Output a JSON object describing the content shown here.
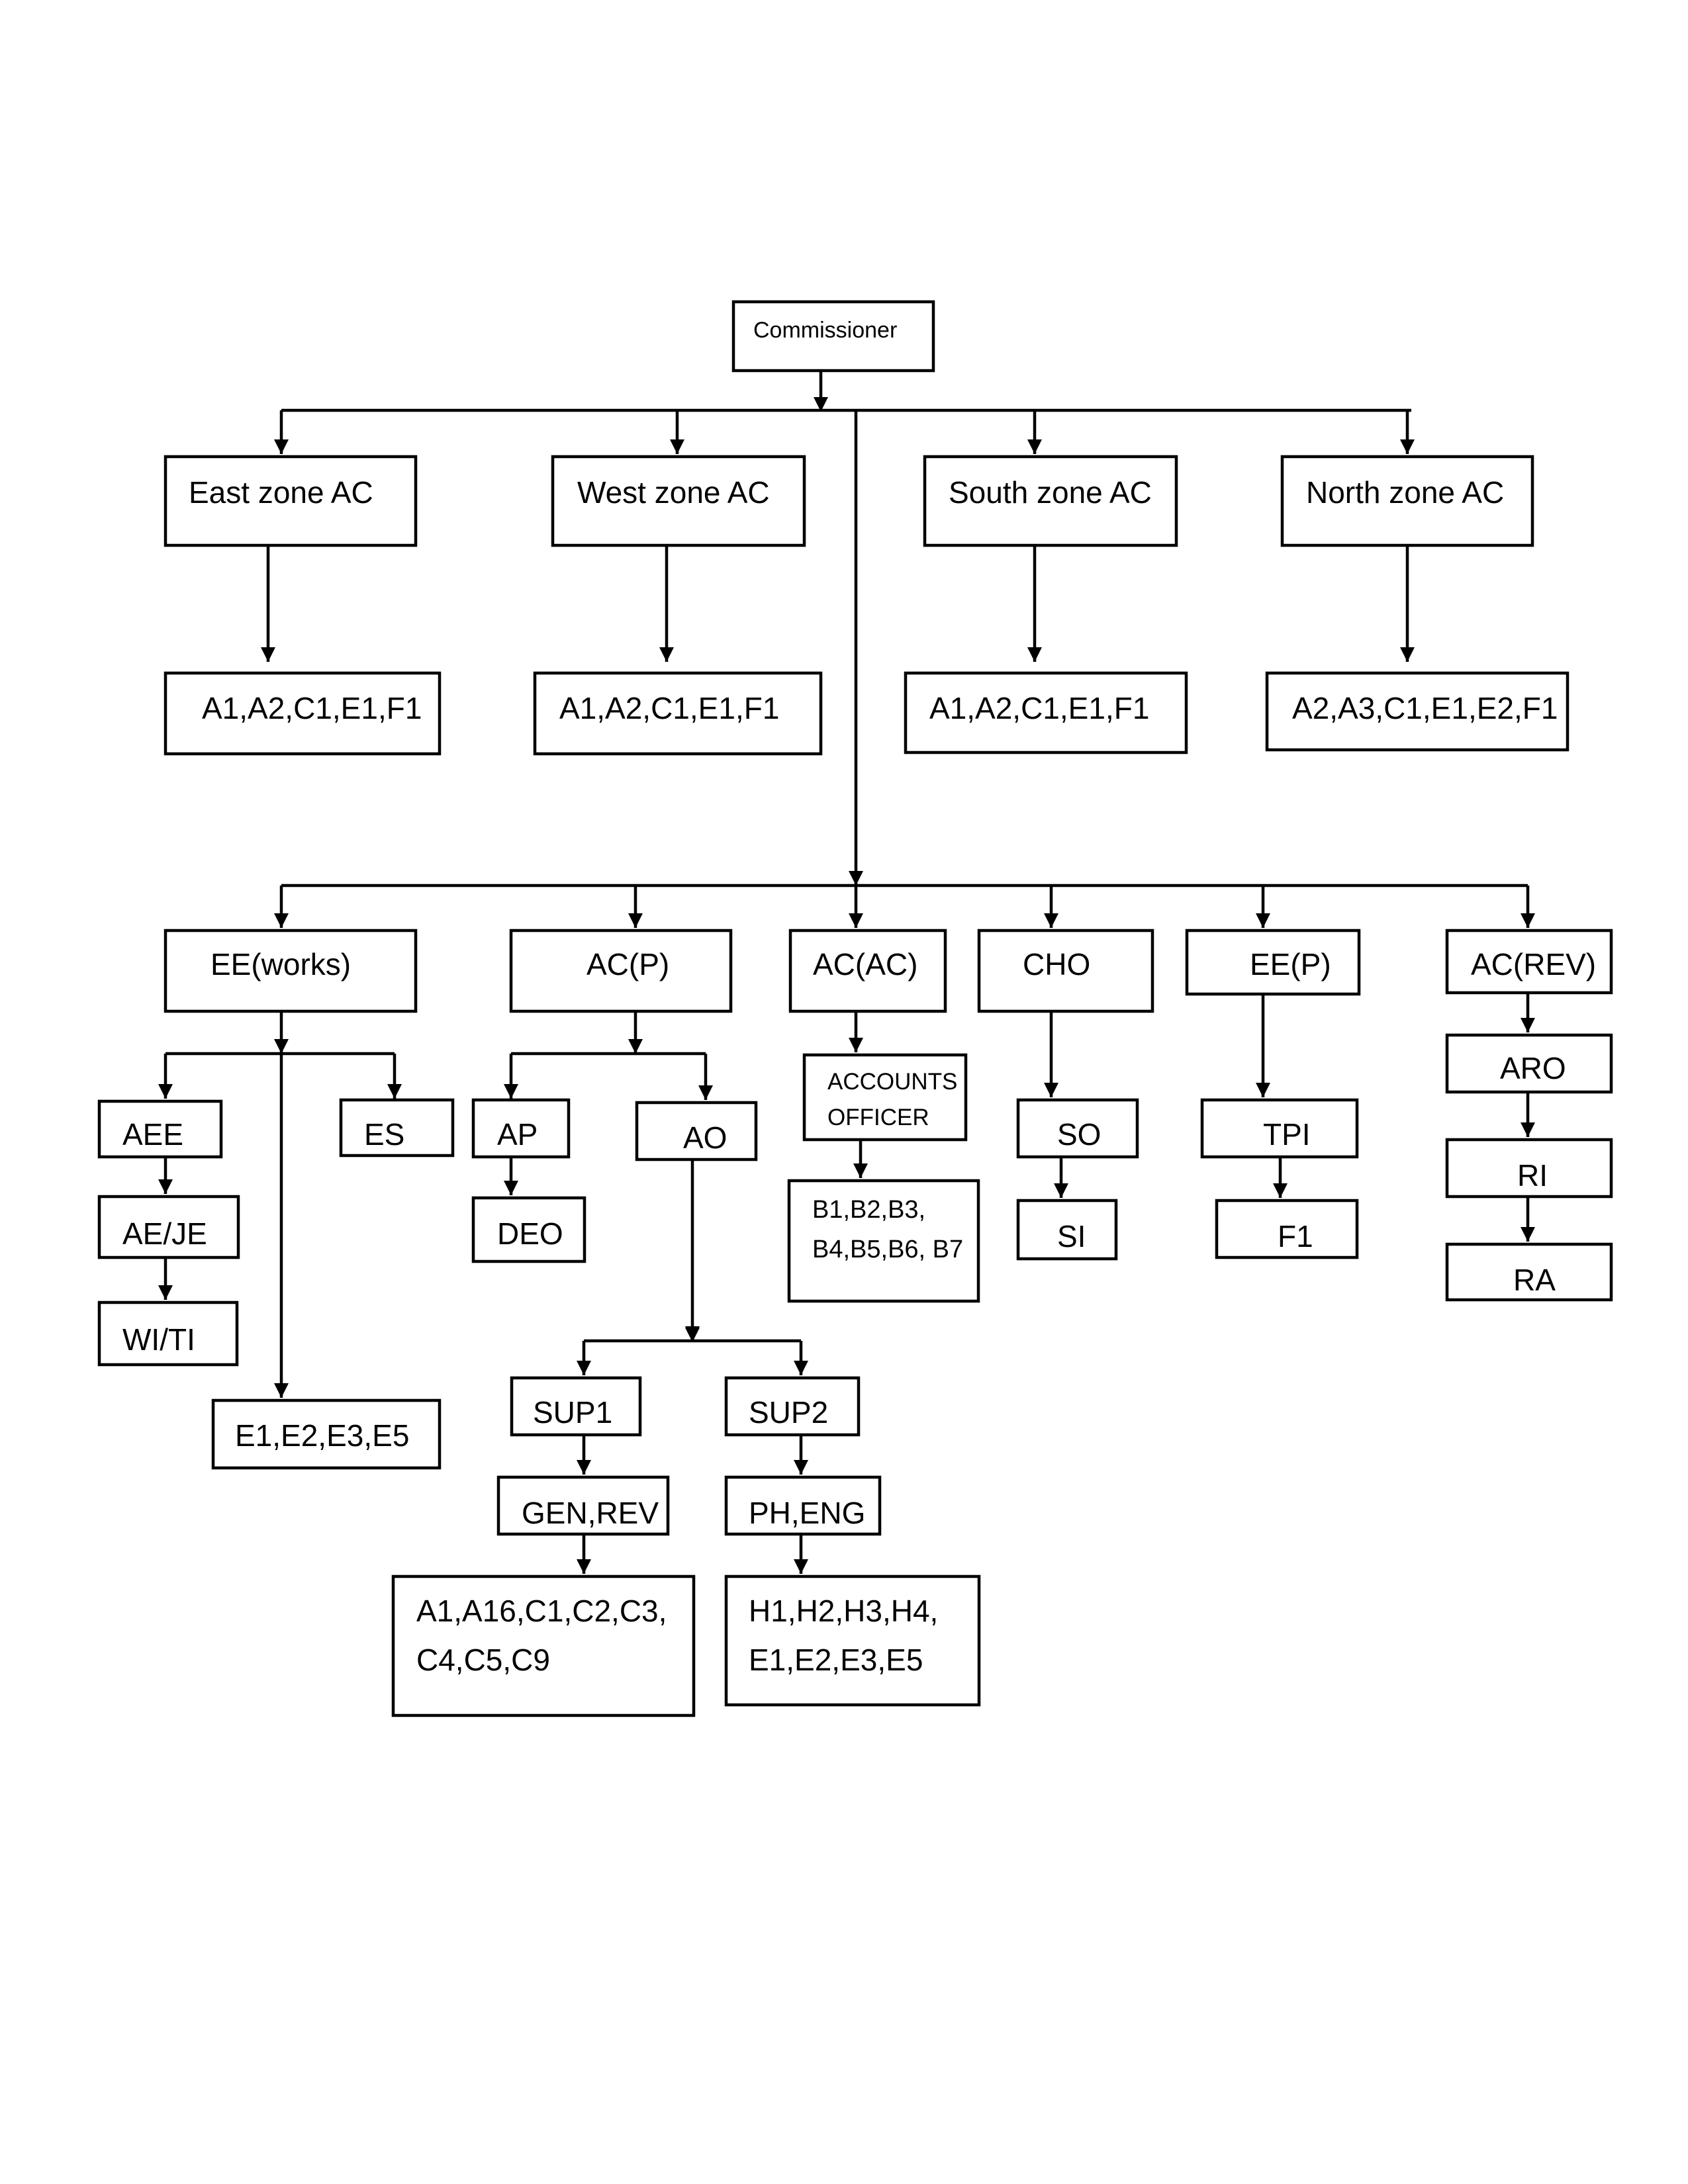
{
  "diagram": {
    "type": "organization chart",
    "nodes": {
      "commissioner": [
        "Commissioner"
      ],
      "east_zone_ac": [
        "East zone AC"
      ],
      "west_zone_ac": [
        "West zone AC"
      ],
      "south_zone_ac": [
        "South zone AC"
      ],
      "north_zone_ac": [
        "North zone AC"
      ],
      "east_wards": [
        "A1,A2,C1,E1,F1"
      ],
      "west_wards": [
        "A1,A2,C1,E1,F1"
      ],
      "south_wards": [
        "A1,A2,C1,E1,F1"
      ],
      "north_wards": [
        "A2,A3,C1,E1,E2,F1"
      ],
      "ee_works": [
        "EE(works)"
      ],
      "ac_p": [
        "AC(P)"
      ],
      "ac_ac": [
        "AC(AC)"
      ],
      "cho": [
        "CHO"
      ],
      "ee_p": [
        "EE(P)"
      ],
      "ac_rev": [
        "AC(REV)"
      ],
      "aee": [
        "AEE"
      ],
      "ae_je": [
        "AE/JE"
      ],
      "wi_ti": [
        "WI/TI"
      ],
      "es": [
        "ES"
      ],
      "ee_works_wards": [
        "E1,E2,E3,E5"
      ],
      "ap": [
        "AP"
      ],
      "deo": [
        "DEO"
      ],
      "ao": [
        "AO"
      ],
      "sup1": [
        "SUP1"
      ],
      "sup2": [
        "SUP2"
      ],
      "gen_rev": [
        "GEN,REV"
      ],
      "ph_eng": [
        "PH,ENG"
      ],
      "sup1_wards": [
        "A1,A16,C1,C2,C3,",
        "C4,C5,C9"
      ],
      "sup2_wards": [
        "H1,H2,H3,H4,",
        "E1,E2,E3,E5"
      ],
      "accounts_officer": [
        "ACCOUNTS",
        "OFFICER"
      ],
      "accounts_wards": [
        "B1,B2,B3,",
        "B4,B5,B6, B7"
      ],
      "so": [
        "SO"
      ],
      "si": [
        "SI"
      ],
      "tpi": [
        "TPI"
      ],
      "f1": [
        "F1"
      ],
      "aro": [
        "ARO"
      ],
      "ri": [
        "RI"
      ],
      "ra": [
        "RA"
      ]
    },
    "edges": [
      [
        "commissioner",
        "east_zone_ac"
      ],
      [
        "commissioner",
        "west_zone_ac"
      ],
      [
        "commissioner",
        "south_zone_ac"
      ],
      [
        "commissioner",
        "north_zone_ac"
      ],
      [
        "east_zone_ac",
        "east_wards"
      ],
      [
        "west_zone_ac",
        "west_wards"
      ],
      [
        "south_zone_ac",
        "south_wards"
      ],
      [
        "north_zone_ac",
        "north_wards"
      ],
      [
        "commissioner",
        "ee_works"
      ],
      [
        "commissioner",
        "ac_p"
      ],
      [
        "commissioner",
        "ac_ac"
      ],
      [
        "commissioner",
        "cho"
      ],
      [
        "commissioner",
        "ee_p"
      ],
      [
        "commissioner",
        "ac_rev"
      ],
      [
        "ee_works",
        "aee"
      ],
      [
        "ee_works",
        "es"
      ],
      [
        "ee_works",
        "ee_works_wards"
      ],
      [
        "aee",
        "ae_je"
      ],
      [
        "ae_je",
        "wi_ti"
      ],
      [
        "ac_p",
        "ap"
      ],
      [
        "ac_p",
        "ao"
      ],
      [
        "ap",
        "deo"
      ],
      [
        "ao",
        "sup1"
      ],
      [
        "ao",
        "sup2"
      ],
      [
        "sup1",
        "gen_rev"
      ],
      [
        "gen_rev",
        "sup1_wards"
      ],
      [
        "sup2",
        "ph_eng"
      ],
      [
        "ph_eng",
        "sup2_wards"
      ],
      [
        "ac_ac",
        "accounts_officer"
      ],
      [
        "accounts_officer",
        "accounts_wards"
      ],
      [
        "cho",
        "so"
      ],
      [
        "so",
        "si"
      ],
      [
        "ee_p",
        "tpi"
      ],
      [
        "tpi",
        "f1"
      ],
      [
        "ac_rev",
        "aro"
      ],
      [
        "aro",
        "ri"
      ],
      [
        "ri",
        "ra"
      ]
    ]
  }
}
